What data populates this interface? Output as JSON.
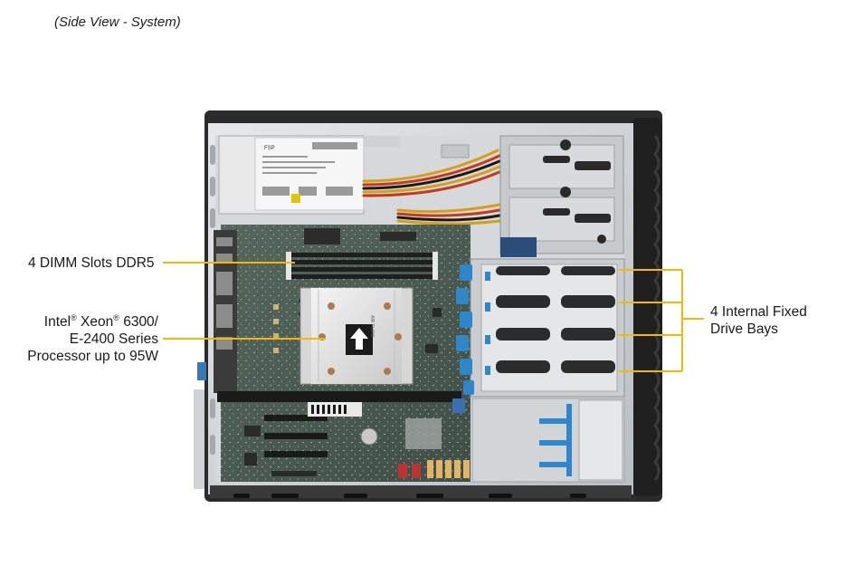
{
  "caption": "(Side View - System)",
  "labels": {
    "dimm": "4 DIMM Slots DDR5",
    "cpu_line1_a": "Intel",
    "cpu_line1_reg1": "®",
    "cpu_line1_b": " Xeon",
    "cpu_line1_reg2": "®",
    "cpu_line1_c": " 6300/",
    "cpu_line2": "E-2400 Series",
    "cpu_line3": "Processor up to 95W",
    "bays_line1": "4 Internal Fixed",
    "bays_line2": "Drive Bays"
  },
  "psu_brand": "FSP",
  "heatsink_marking": "AIR FLOW",
  "colors": {
    "callout": "#f5b800",
    "chassis_dark": "#2a2a2a",
    "chassis_metal": "#c8cccf",
    "motherboard": "#4d5e55",
    "drive_latch": "#2f86c9"
  }
}
